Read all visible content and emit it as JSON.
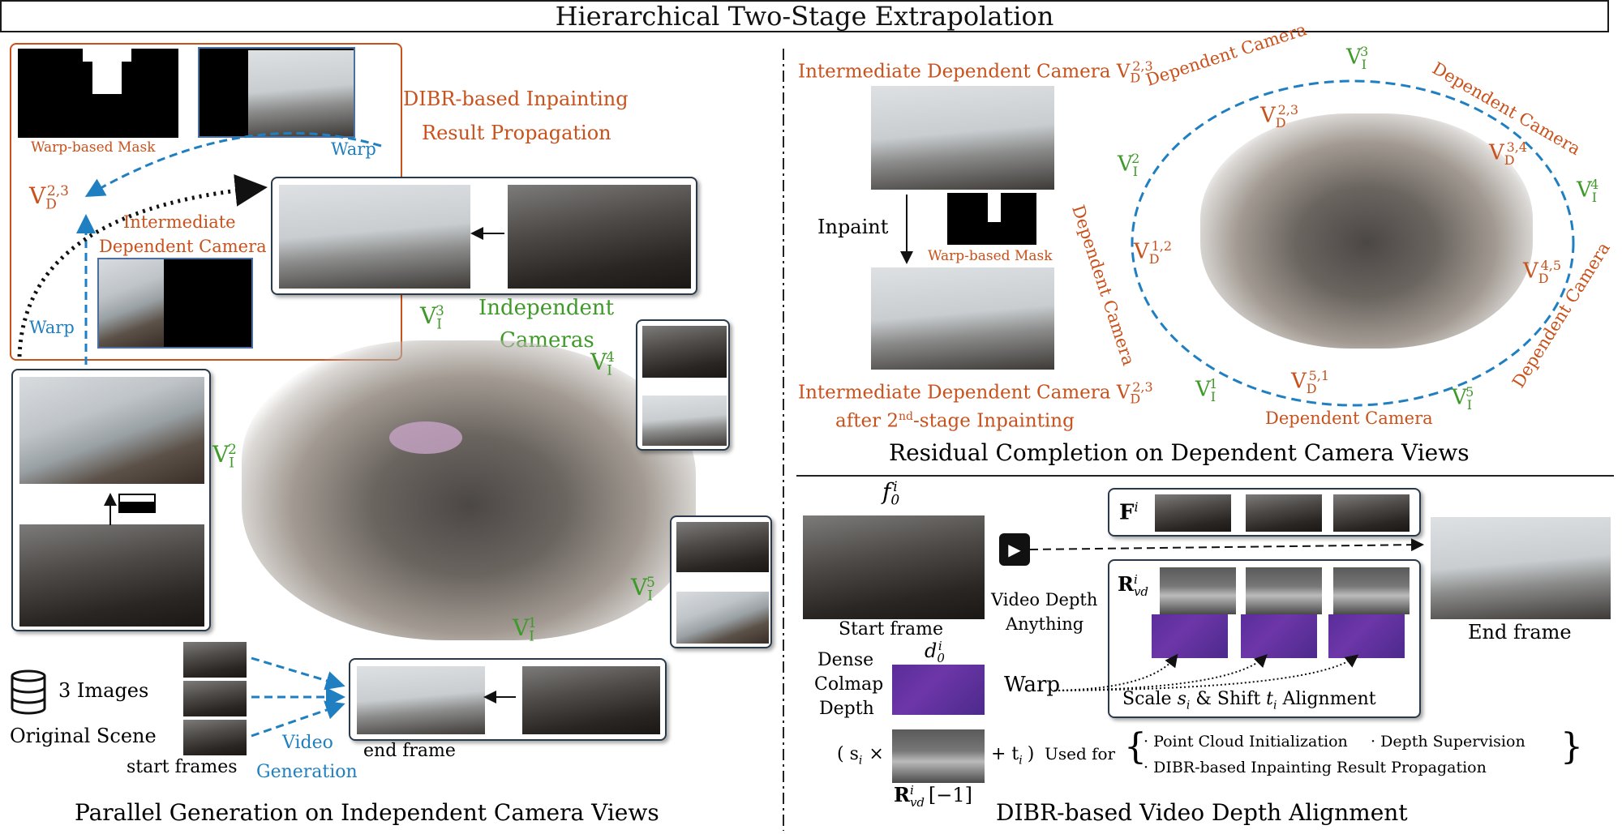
{
  "title": "Hierarchical Two-Stage Extrapolation",
  "left_panel": {
    "caption": "Parallel Generation on Independent Camera Views",
    "warp_mask_label": "Warp-based Mask",
    "warp_label_top": "Warp",
    "warp_label_left": "Warp",
    "dibr_label_line1": "DIBR-based Inpainting",
    "dibr_label_line2": "Result Propagation",
    "vd_main": "V",
    "vd_sub": "D",
    "vd_sup": "2,3",
    "intermediate_line1": "Intermediate",
    "intermediate_line2": "Dependent Camera",
    "independent_line1": "Independent",
    "independent_line2": "Cameras",
    "vi_labels": [
      {
        "main": "V",
        "sub": "I",
        "sup": "3"
      },
      {
        "main": "V",
        "sub": "I",
        "sup": "4"
      },
      {
        "main": "V",
        "sub": "I",
        "sup": "2"
      },
      {
        "main": "V",
        "sub": "I",
        "sup": "5"
      },
      {
        "main": "V",
        "sub": "I",
        "sup": "1"
      }
    ],
    "three_images": "3 Images",
    "original_scene": "Original Scene",
    "start_frames": "start frames",
    "video_line1": "Video",
    "video_line2": "Generation",
    "end_frame": "end frame"
  },
  "right_top": {
    "caption": "Residual Completion on Dependent Camera Views",
    "top_label": "Intermediate Dependent Camera V",
    "top_label_sub": "D",
    "top_label_sup": "2,3",
    "inpaint": "Inpaint",
    "warp_mask_label": "Warp-based Mask",
    "bottom_label_line1": "Intermediate Dependent Camera V",
    "bottom_label_sub": "D",
    "bottom_label_sup": "2,3",
    "bottom_label_line2a": "after 2",
    "bottom_label_line2_sup": "nd",
    "bottom_label_line2b": "-stage Inpainting",
    "dependent_camera": "Dependent Camera",
    "orbit_vi": [
      {
        "main": "V",
        "sub": "I",
        "sup": "3"
      },
      {
        "main": "V",
        "sub": "I",
        "sup": "2"
      },
      {
        "main": "V",
        "sub": "I",
        "sup": "4"
      },
      {
        "main": "V",
        "sub": "I",
        "sup": "1"
      },
      {
        "main": "V",
        "sub": "I",
        "sup": "5"
      }
    ],
    "orbit_vd": [
      {
        "main": "V",
        "sub": "D",
        "sup": "2,3"
      },
      {
        "main": "V",
        "sub": "D",
        "sup": "3,4"
      },
      {
        "main": "V",
        "sub": "D",
        "sup": "1,2"
      },
      {
        "main": "V",
        "sub": "D",
        "sup": "4,5"
      },
      {
        "main": "V",
        "sub": "D",
        "sup": "5,1"
      }
    ]
  },
  "right_bottom": {
    "caption": "DIBR-based Video Depth Alignment",
    "f0": "f",
    "f0_sub": "0",
    "f0_sup": "i",
    "start_frame": "Start frame",
    "vda_line1": "Video Depth",
    "vda_line2": "Anything",
    "Fi_main": "F",
    "Fi_sup": "i",
    "R_main": "R",
    "R_sup": "i",
    "R_sub": "vd",
    "end_frame": "End frame",
    "dense_line1": "Dense",
    "dense_line2": "Colmap",
    "dense_line3": "Depth",
    "d0_main": "d",
    "d0_sub": "0",
    "d0_sup": "i",
    "warp": "Warp",
    "scale_text_a": "Scale ",
    "scale_si": "s",
    "scale_si_sub": "i",
    "scale_text_b": " & Shift ",
    "scale_ti": "t",
    "scale_ti_sub": "i",
    "scale_text_c": " Alignment",
    "formula_open": "( s",
    "formula_open_sub": "i",
    "formula_times": "×",
    "formula_plus": "+ t",
    "formula_plus_sub": "i",
    "formula_close": ")",
    "used_for": "Used for",
    "use1": "· Point Cloud Initialization",
    "use2": "· Depth Supervision",
    "use3": "· DIBR-based Inpainting Result Propagation",
    "rvd_minus1": "[−1]"
  },
  "colors": {
    "orange": "#c8511c",
    "green": "#3f9a2a",
    "blue": "#1f7fc0",
    "frame": "#2a3a4a"
  }
}
